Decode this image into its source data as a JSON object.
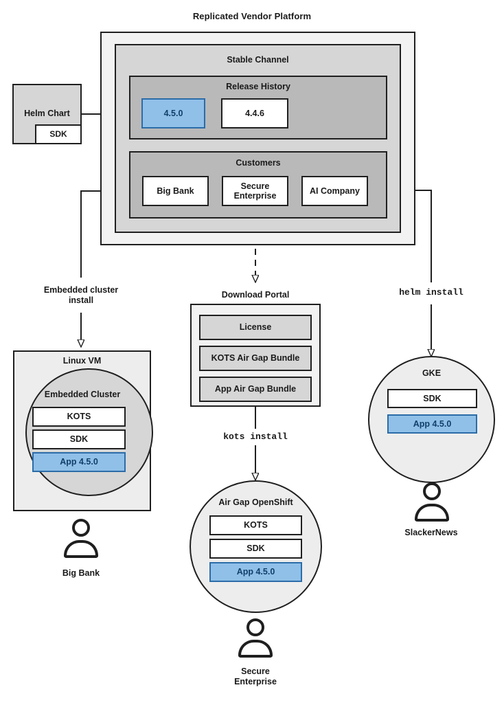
{
  "diagram": {
    "title": "Replicated Vendor Platform",
    "platform": {
      "channel_title": "Stable Channel",
      "release_history": {
        "title": "Release History",
        "releases": [
          {
            "version": "4.5.0",
            "highlighted": true
          },
          {
            "version": "4.4.6",
            "highlighted": false
          }
        ]
      },
      "customers": {
        "title": "Customers",
        "items": [
          {
            "name": "Big Bank"
          },
          {
            "name": "Secure\nEnterprise"
          },
          {
            "name": "AI Company"
          }
        ]
      }
    },
    "source": {
      "title": "Helm Chart",
      "sdk_label": "SDK"
    },
    "connector_labels": {
      "embedded_cluster_install": "Embedded cluster\ninstall",
      "helm_install": "helm install",
      "kots_install": "kots install"
    },
    "download_portal": {
      "title": "Download Portal",
      "artifacts": [
        {
          "label": "License"
        },
        {
          "label": "KOTS Air Gap Bundle"
        },
        {
          "label": "App Air Gap Bundle"
        }
      ]
    },
    "targets": [
      {
        "id": "linux-vm",
        "outer_title": "Linux VM",
        "inner_title": "Embedded Cluster",
        "components": [
          {
            "label": "KOTS",
            "highlighted": false
          },
          {
            "label": "SDK",
            "highlighted": false
          },
          {
            "label": "App 4.5.0",
            "highlighted": true
          }
        ],
        "customer": "Big Bank"
      },
      {
        "id": "air-gap-openshift",
        "outer_title": "Air Gap OpenShift",
        "components": [
          {
            "label": "KOTS",
            "highlighted": false
          },
          {
            "label": "SDK",
            "highlighted": false
          },
          {
            "label": "App 4.5.0",
            "highlighted": true
          }
        ],
        "customer": "Secure\nEnterprise"
      },
      {
        "id": "gke",
        "outer_title": "GKE",
        "components": [
          {
            "label": "SDK",
            "highlighted": false
          },
          {
            "label": "App 4.5.0",
            "highlighted": true
          }
        ],
        "customer": "SlackerNews"
      }
    ],
    "colors": {
      "accent_blue_fill": "#90c0e8",
      "accent_blue_stroke": "#2b6ca8",
      "accent_blue_text": "#11406b",
      "stroke": "#1f1f1f",
      "platform_fill": "#f2f2f2",
      "channel_fill": "#d6d6d6",
      "group_fill": "#b9b9b9",
      "circle_fill": "#ededed",
      "node_fill": "#ffffff"
    }
  }
}
